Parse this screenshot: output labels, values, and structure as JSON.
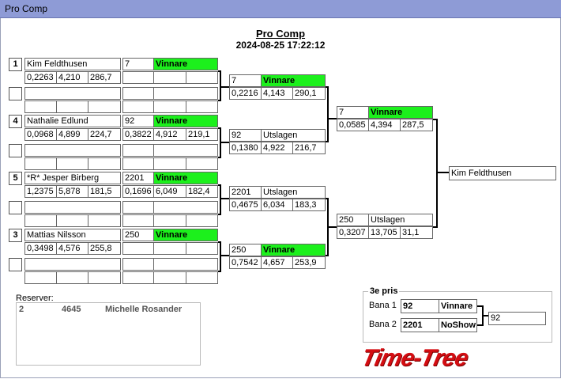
{
  "window": {
    "title": "Pro Comp"
  },
  "header": {
    "title": "Pro Comp",
    "datetime": "2024-08-25 17:22:12"
  },
  "round1": [
    {
      "seed": "1",
      "name": "Kim Feldthusen",
      "stats": [
        "0,2263",
        "4,210",
        "286,7"
      ],
      "lane": "7",
      "status": "Vinnare",
      "lane_stats": [
        "",
        "",
        ""
      ]
    },
    {
      "seed": "4",
      "name": "Nathalie  Edlund",
      "stats": [
        "0,0968",
        "4,899",
        "224,7"
      ],
      "lane": "92",
      "status": "Vinnare",
      "lane_stats": [
        "0,3822",
        "4,912",
        "219,1"
      ]
    },
    {
      "seed": "5",
      "name": "*R* Jesper Birberg",
      "stats": [
        "1,2375",
        "5,878",
        "181,5"
      ],
      "lane": "2201",
      "status": "Vinnare",
      "lane_stats": [
        "0,1696",
        "6,049",
        "182,4"
      ]
    },
    {
      "seed": "3",
      "name": "Mattias Nilsson",
      "stats": [
        "0,3498",
        "4,576",
        "255,8"
      ],
      "lane": "250",
      "status": "Vinnare",
      "lane_stats": [
        "",
        "",
        ""
      ]
    }
  ],
  "round2": [
    {
      "lane": "7",
      "status": "Vinnare",
      "stats": [
        "0,2216",
        "4,143",
        "290,1"
      ]
    },
    {
      "lane": "92",
      "status": "Utslagen",
      "stats": [
        "0,1380",
        "4,922",
        "216,7"
      ]
    },
    {
      "lane": "2201",
      "status": "Utslagen",
      "stats": [
        "0,4675",
        "6,034",
        "183,3"
      ]
    },
    {
      "lane": "250",
      "status": "Vinnare",
      "stats": [
        "0,7542",
        "4,657",
        "253,9"
      ]
    }
  ],
  "round3": [
    {
      "lane": "7",
      "status": "Vinnare",
      "stats": [
        "0,0585",
        "4,394",
        "287,5"
      ]
    },
    {
      "lane": "250",
      "status": "Utslagen",
      "stats": [
        "0,3207",
        "13,705",
        "31,1"
      ]
    }
  ],
  "winner": {
    "name": "Kim Feldthusen"
  },
  "reserver": {
    "label": "Reserver:",
    "rows": [
      {
        "pos": "2",
        "number": "4645",
        "name": "Michelle Rosander"
      }
    ]
  },
  "third_place": {
    "label": "3e pris",
    "bana1_label": "Bana 1",
    "bana1_number": "92",
    "bana1_status": "Vinnare",
    "bana2_label": "Bana 2",
    "bana2_number": "2201",
    "bana2_status": "NoShow",
    "result": "92"
  },
  "logo": {
    "text": "Time-Tree"
  },
  "colors": {
    "winner_green": "#1cf01c",
    "titlebar": "#8e9bd6",
    "logo_red": "#d40d12"
  }
}
